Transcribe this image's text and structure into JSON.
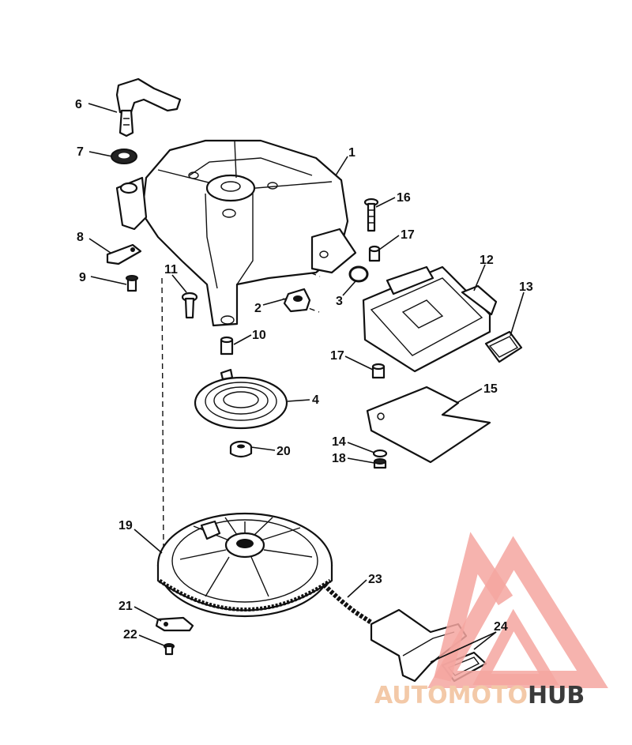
{
  "callouts": {
    "p1": "1",
    "p2": "2",
    "p3": "3",
    "p4": "4",
    "p6": "6",
    "p7": "7",
    "p8": "8",
    "p9": "9",
    "p10": "10",
    "p11": "11",
    "p12": "12",
    "p13": "13",
    "p14": "14",
    "p15": "15",
    "p16": "16",
    "p17a": "17",
    "p17b": "17",
    "p18": "18",
    "p19": "19",
    "p20": "20",
    "p21": "21",
    "p22": "22",
    "p23": "23",
    "p24": "24"
  },
  "watermark": {
    "part1": "AUTOMOTO",
    "part2": "HUB",
    "color_primary": "#f4a6a0",
    "color_secondary": "#f3c9a8",
    "color_hub": "#3a3a3a"
  }
}
